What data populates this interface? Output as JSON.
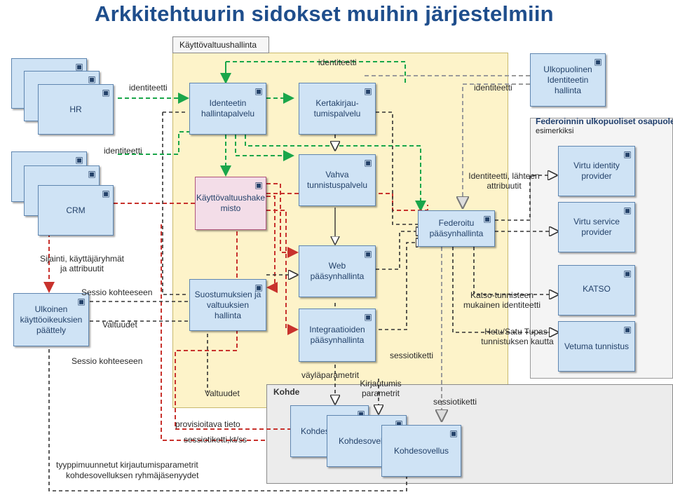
{
  "title": "Arkkitehtuurin sidokset muihin järjestelmiin",
  "panels": {
    "authz_header": "Käyttövaltuushallinta",
    "federation_header": "Federoinnin ulkopuoliset osapuolet",
    "federation_sub": "esimerkiksi",
    "target_header": "Kohde"
  },
  "boxes": {
    "hr": "HR",
    "crm": "CRM",
    "external_inference": "Ulkoinen käyttöoikeuksien päättely",
    "idm_service": "Identeetin hallintapalvelu",
    "authz_repo": "Käyttövaltuushake misto",
    "consent_mgmt": "Suostumuksien ja valtuuksien hallinta",
    "sso_service": "Kertakirjau-tumispalvelu",
    "strong_auth": "Vahva tunnistuspalvelu",
    "web_access": "Web pääsynhallinta",
    "integration_access": "Integraatioiden pääsynhallinta",
    "federated_access": "Federoitu pääsynhallinta",
    "external_identity": "Ulkopuolinen Identiteetin hallinta",
    "virtu_identity": "Virtu identity provider",
    "virtu_service": "Virtu service provider",
    "katso": "KATSO",
    "vetuma": "Vetuma tunnistus",
    "target_app_1": "Kohdesovellus",
    "target_app_2": "Kohdesovellus",
    "target_app_3": "Kohdesovellus"
  },
  "labels": {
    "identity_top": "identiteetti",
    "identity_hr": "identiteetti",
    "identity_crm": "identiteetti",
    "identity_right": "identiteetti",
    "identity_source": "Identiteetti, lähteen attribuutit",
    "location": "Sijainti, käyttäjäryhmät ja attribuutit",
    "session_1": "Sessio kohteeseen",
    "session_2": "Sessio kohteeseen",
    "rights_1": "Valtuudet",
    "rights_2": "Valtuudet",
    "katso_identity": "Katso-tunnisteen mukainen identiteetti",
    "hetu_satu": "Hetu/Satu Tupas-tunnistuksen kautta",
    "session_ticket_1": "sessiotiketti",
    "session_ticket_2": "sessiotiketti",
    "gateway_params": "väyläparametrit",
    "login_params": "Kirjautumis parametrit",
    "provisioning": "provisioitava tieto",
    "session_ticket_kts": "sessiotiketti,kt/ss",
    "type_login": "tyyppimuunnetut kirjautumisparametrit",
    "group_members": "kohdesovelluksen ryhmäjäsenyydet"
  },
  "colors": {
    "title": "#1f4e8c",
    "authz_panel": "#fdf3c9",
    "box_fill": "#cfe3f5",
    "box_border": "#5f86b0",
    "magenta_fill": "#f3dde8",
    "line_green": "#1aa64a",
    "line_red": "#c8322d",
    "line_gray": "#9b9b9b",
    "line_black": "#333333"
  }
}
